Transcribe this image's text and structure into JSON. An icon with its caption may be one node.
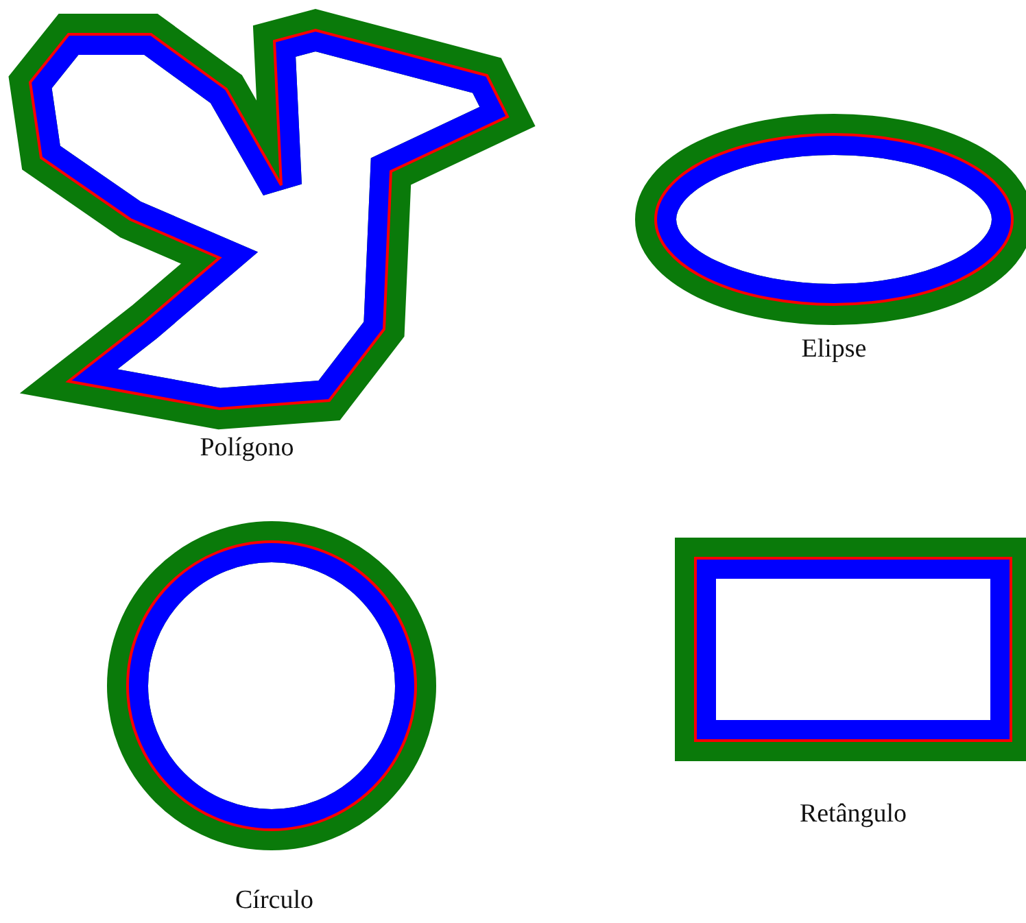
{
  "diagram": {
    "nodes": [
      {
        "text": [],
        "shape": "polygon",
        "beside": [
          "Polígono"
        ]
      },
      {
        "text": [],
        "shape": "ellipse",
        "beside": [
          "Elipse"
        ]
      },
      {
        "text": [],
        "shape": "circle",
        "beside": [
          "Círculo"
        ]
      },
      {
        "text": [],
        "shape": "rectangle",
        "beside": [
          "Retângulo"
        ]
      }
    ]
  }
}
